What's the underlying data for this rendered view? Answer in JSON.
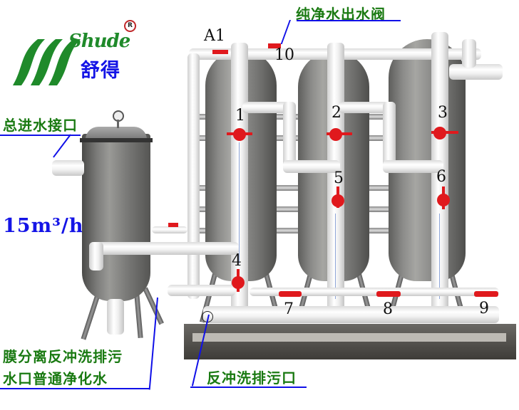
{
  "logo": {
    "script_text": "Shude",
    "registered_mark": "R",
    "chinese_name": "舒得",
    "green": "#1f8a2a",
    "blue": "#1414e6"
  },
  "flow_rate": "15m³/h",
  "labels": {
    "pure_water_outlet_valve": "纯净水出水阀",
    "main_inlet": "总进水接口",
    "membrane_backwash_drain_line1": "膜分离反冲洗排污",
    "membrane_backwash_drain_line2": "水口普通净化水",
    "backwash_drain": "反冲洗排污口"
  },
  "valve_numbers": {
    "a1": "A1",
    "v1": "1",
    "v2": "2",
    "v3": "3",
    "v4": "4",
    "v5": "5",
    "v6": "6",
    "v7": "7",
    "v8": "8",
    "v9": "9",
    "v10": "10"
  },
  "colors": {
    "label_green": "#1a7a12",
    "leader_blue": "#1010e8",
    "valve_red": "#e0191d"
  }
}
